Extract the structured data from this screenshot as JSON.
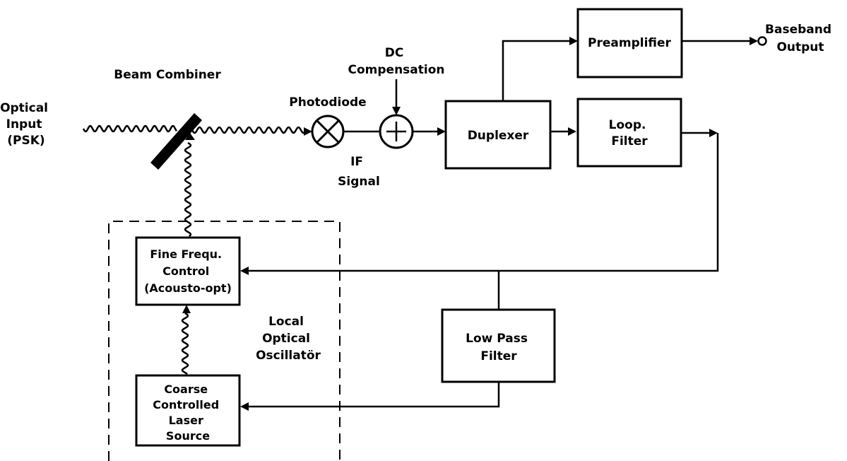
{
  "labels": {
    "optical_input": [
      "Optical",
      "Input",
      "(PSK)"
    ],
    "beam_combiner": "Beam Combiner",
    "photodiode": "Photodiode",
    "dc_compensation": [
      "DC",
      "Compensation"
    ],
    "if_signal": [
      "IF",
      "Signal"
    ],
    "baseband_output": [
      "Baseband",
      "Output"
    ],
    "local_oscillator": [
      "Local",
      "Optical",
      "Oscillatör"
    ]
  },
  "blocks": {
    "preamplifier": [
      "Preamplifier"
    ],
    "duplexer": [
      "Duplexer"
    ],
    "loop_filter": [
      "Loop.",
      "Filter"
    ],
    "low_pass_filter": [
      "Low Pass",
      "Filter"
    ],
    "fine_frequ_control": [
      "Fine Frequ.",
      "Control",
      "(Acousto-opt)"
    ],
    "coarse_laser": [
      "Coarse",
      "Controlled",
      "Laser",
      "Source"
    ]
  },
  "symbols": {
    "summer": "+"
  }
}
